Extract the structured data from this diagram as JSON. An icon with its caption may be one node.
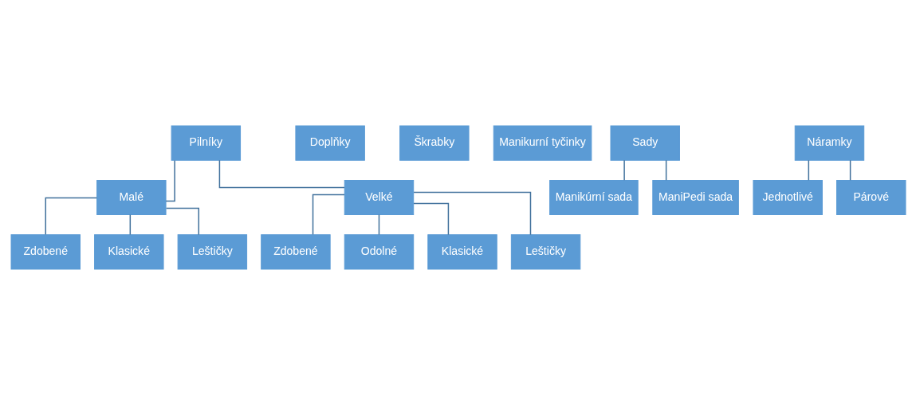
{
  "diagram": {
    "nodes": [
      {
        "text": [
          "Pilníky"
        ]
      },
      {
        "text": [
          "Doplňky"
        ]
      },
      {
        "text": [
          "Škrabky"
        ]
      },
      {
        "text": [
          "Manikurní tyčinky"
        ]
      },
      {
        "text": [
          "Sady"
        ]
      },
      {
        "text": [
          "Náramky"
        ]
      },
      {
        "text": [
          "Malé"
        ]
      },
      {
        "text": [
          "Velké"
        ]
      },
      {
        "text": [
          "Manikúrní sada"
        ]
      },
      {
        "text": [
          "ManiPedi sada"
        ]
      },
      {
        "text": [
          "Jednotlivé"
        ]
      },
      {
        "text": [
          "Párové"
        ]
      },
      {
        "text": [
          "Zdobené"
        ]
      },
      {
        "text": [
          "Zdobené"
        ]
      },
      {
        "text": [
          "Klasické"
        ]
      },
      {
        "text": [
          "Odolné"
        ]
      },
      {
        "text": [
          "Leštičky"
        ]
      },
      {
        "text": [
          "Klasické"
        ]
      },
      {
        "text": [
          "Leštičky"
        ]
      }
    ],
    "edges": [
      {
        "from": 0,
        "to": 6,
        "arrow": "none"
      },
      {
        "from": 0,
        "to": 7,
        "arrow": "none"
      },
      {
        "from": 4,
        "to": 8,
        "arrow": "none"
      },
      {
        "from": 4,
        "to": 9,
        "arrow": "none"
      },
      {
        "from": 5,
        "to": 10,
        "arrow": "none"
      },
      {
        "from": 5,
        "to": 11,
        "arrow": "none"
      },
      {
        "from": 6,
        "to": 12,
        "arrow": "none"
      },
      {
        "from": 6,
        "to": 14,
        "arrow": "none"
      },
      {
        "from": 6,
        "to": 16,
        "arrow": "none"
      },
      {
        "from": 7,
        "to": 13,
        "arrow": "none"
      },
      {
        "from": 7,
        "to": 15,
        "arrow": "none"
      },
      {
        "from": 7,
        "to": 17,
        "arrow": "none"
      },
      {
        "from": 7,
        "to": 18,
        "arrow": "none"
      }
    ]
  }
}
